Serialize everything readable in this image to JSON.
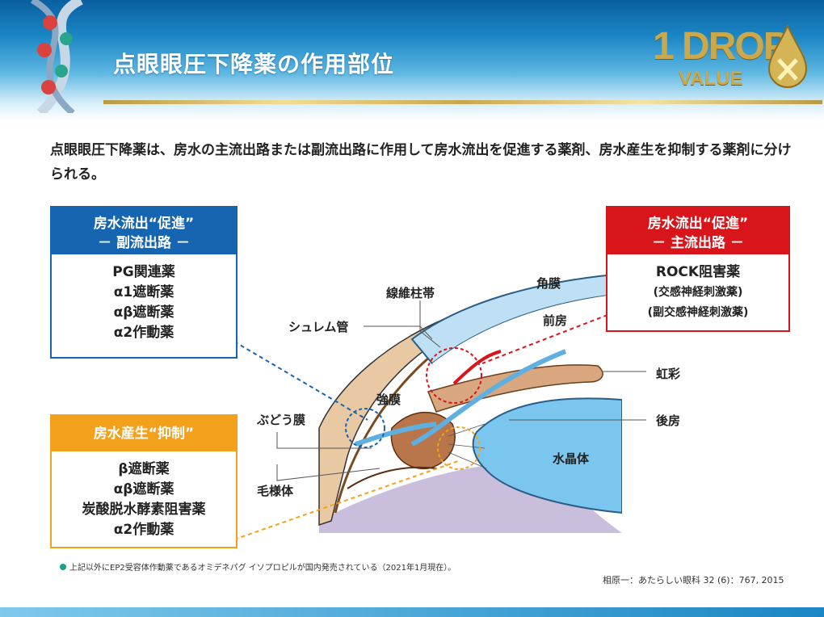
{
  "header": {
    "title": "点眼眼圧下降薬の作用部位",
    "logo_number": "1 DROP",
    "logo_text": "VALUE"
  },
  "intro": "点眼眼圧下降薬は、房水の主流出路または副流出路に作用して房水流出を促進する薬剤、房水産生を抑制する薬剤に分けられる。",
  "boxes": {
    "uveoscleral": {
      "heading_line1": "房水流出“促進”",
      "heading_line2": "－ 副流出路 －",
      "color": "#1565b0",
      "items": [
        "PG関連薬",
        "α1遮断薬",
        "αβ遮断薬",
        "α2作動薬"
      ]
    },
    "trabecular": {
      "heading_line1": "房水流出“促進”",
      "heading_line2": "－ 主流出路 －",
      "color": "#d7151b",
      "items": [
        "ROCK阻害薬",
        "(交感神経刺激薬)",
        "(副交感神経刺激薬)"
      ]
    },
    "production": {
      "heading_line1": "房水産生“抑制”",
      "color": "#f3a01c",
      "items": [
        "β遮断薬",
        "αβ遮断薬",
        "炭酸脱水酵素阻害薬",
        "α2作動薬"
      ]
    }
  },
  "diagram_labels": {
    "zonule": "線維柱帯",
    "cornea": "角膜",
    "schlemm": "シュレム管",
    "anterior_chamber": "前房",
    "iris": "虹彩",
    "sclera": "強膜",
    "uvea": "ぶどう膜",
    "posterior_chamber": "後房",
    "lens": "水晶体",
    "ciliary": "毛様体"
  },
  "footnote": "上記以外にEP2受容体作動薬であるオミデネパグ イソプロピルが国内発売されている（2021年1月現在）。",
  "source": "相原一：あたらしい眼科 32 (6)：767, 2015"
}
